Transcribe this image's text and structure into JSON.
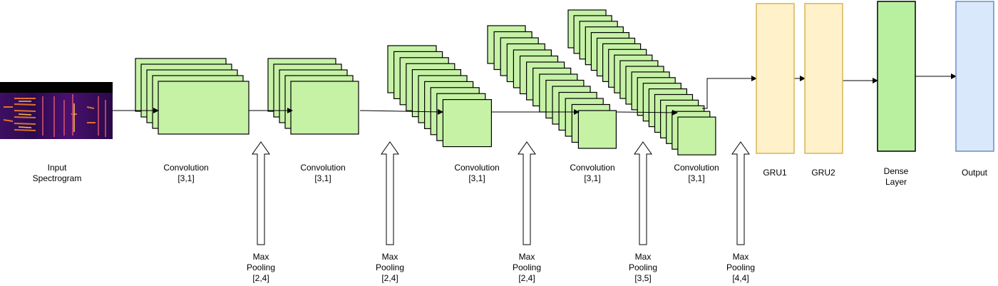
{
  "input": {
    "line1": "Input",
    "line2": "Spectrogram"
  },
  "conv_blocks": [
    {
      "label": "Convolution",
      "kernel": "[3,1]"
    },
    {
      "label": "Convolution",
      "kernel": "[3,1]"
    },
    {
      "label": "Convolution",
      "kernel": "[3,1]"
    },
    {
      "label": "Convolution",
      "kernel": "[3,1]"
    },
    {
      "label": "Convolution",
      "kernel": "[3,1]"
    }
  ],
  "pooling": [
    {
      "line1": "Max",
      "line2": "Pooling",
      "size": "[2,4]"
    },
    {
      "line1": "Max",
      "line2": "Pooling",
      "size": "[2,4]"
    },
    {
      "line1": "Max",
      "line2": "Pooling",
      "size": "[2,4]"
    },
    {
      "line1": "Max",
      "line2": "Pooling",
      "size": "[3,5]"
    },
    {
      "line1": "Max",
      "line2": "Pooling",
      "size": "[4,4]"
    }
  ],
  "gru": [
    {
      "label": "GRU1"
    },
    {
      "label": "GRU2"
    }
  ],
  "dense": {
    "line1": "Dense",
    "line2": "Layer"
  },
  "output": {
    "label": "Output"
  },
  "colors": {
    "conv_fill": "#c6f2a6",
    "gru_fill": "#fff1c9",
    "gru_stroke": "#d6b656",
    "dense_fill": "#b9f0a0",
    "output_fill": "#dae8fc",
    "output_stroke": "#6c8ebf"
  }
}
